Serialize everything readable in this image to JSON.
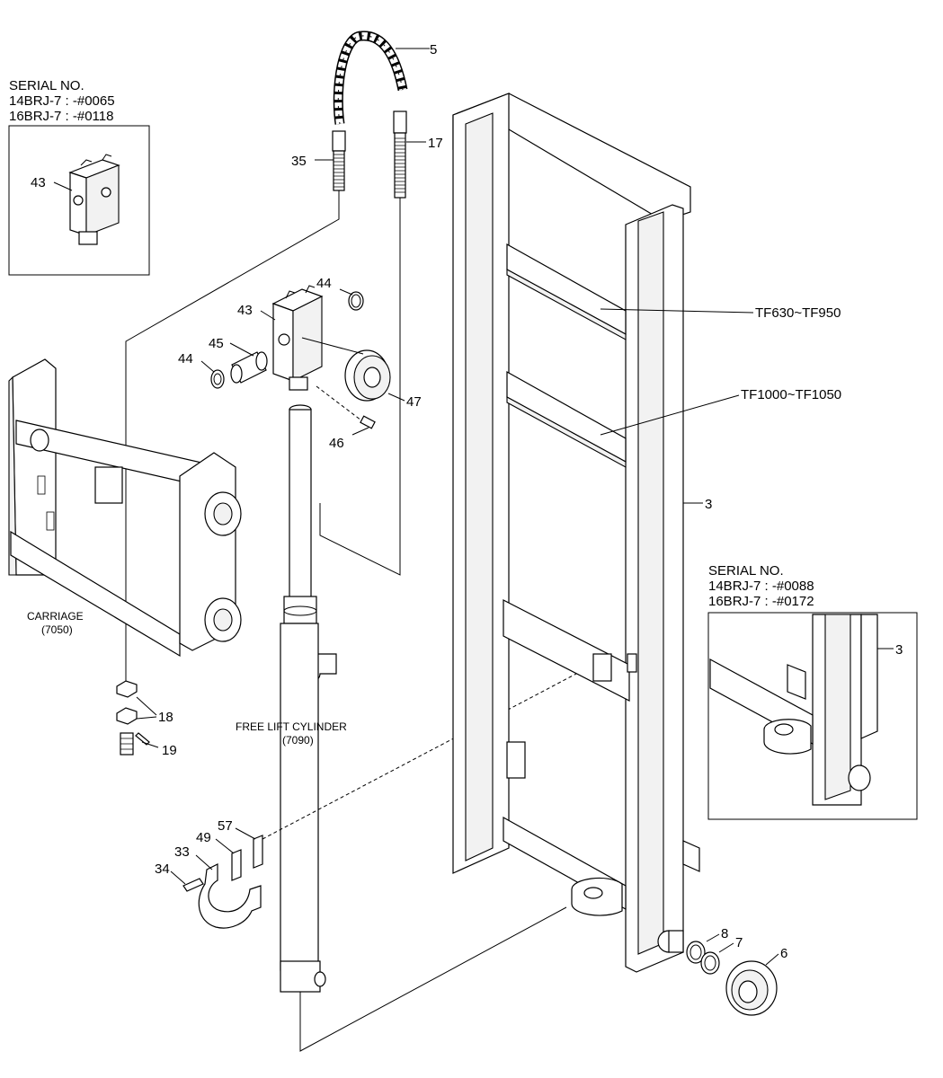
{
  "serial_box_top": {
    "title": "SERIAL NO.",
    "line1": "14BRJ-7 : -#0065",
    "line2": "16BRJ-7 : -#0118"
  },
  "serial_box_right": {
    "title": "SERIAL NO.",
    "line1": "14BRJ-7 : -#0088",
    "line2": "16BRJ-7 : -#0172"
  },
  "assemblies": {
    "carriage_name": "CARRIAGE",
    "carriage_code": "(7050)",
    "cylinder_name": "FREE LIFT CYLINDER",
    "cylinder_code": "(7090)"
  },
  "model_ranges": {
    "upper": "TF630~TF950",
    "lower": "TF1000~TF1050"
  },
  "callouts": {
    "p5": "5",
    "p17": "17",
    "p35": "35",
    "p43_inset": "43",
    "p43": "43",
    "p44_top": "44",
    "p44_left": "44",
    "p45": "45",
    "p47": "47",
    "p46": "46",
    "p3": "3",
    "p3_inset": "3",
    "p18": "18",
    "p19": "19",
    "p57": "57",
    "p49": "49",
    "p33": "33",
    "p34": "34",
    "p8": "8",
    "p7": "7",
    "p6": "6"
  }
}
